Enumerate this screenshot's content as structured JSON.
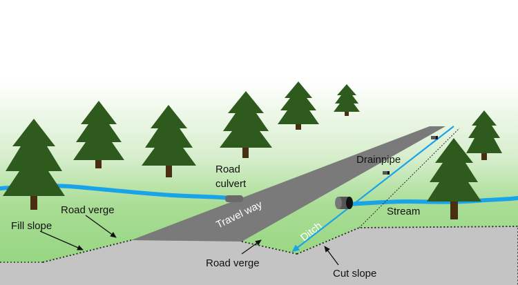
{
  "labels": {
    "road_culvert_line1": "Road",
    "road_culvert_line2": "culvert",
    "drainpipe": "Drainpipe",
    "travel_way": "Travel way",
    "road_verge_upper": "Road verge",
    "fill_slope": "Fill slope",
    "stream": "Stream",
    "ditch": "Ditch",
    "road_verge_lower": "Road verge",
    "cut_slope": "Cut slope"
  },
  "colors": {
    "sky_top": "#ffffff",
    "grass_light": "#cdeac0",
    "grass": "#8fd37a",
    "tree": "#2f5a1e",
    "trunk": "#4a2e12",
    "stream": "#1aa3e8",
    "road": "#7a7a7a",
    "ground_cut": "#c4c4c4",
    "ditch_line": "#1aa3e8"
  },
  "icons": {
    "tree": "pine-tree-icon",
    "culvert": "culvert-pipe-icon",
    "drainpipe": "drainpipe-icon",
    "arrow": "arrow-icon"
  }
}
